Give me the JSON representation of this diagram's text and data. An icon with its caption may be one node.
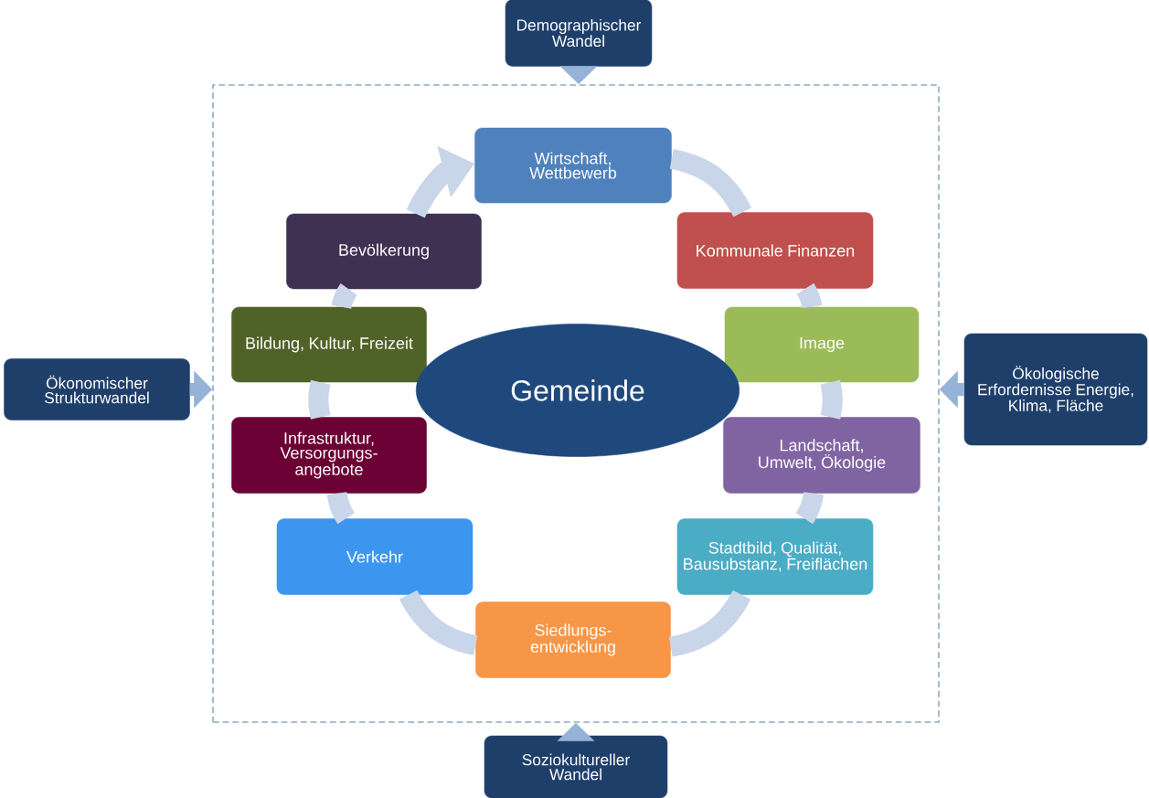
{
  "diagram": {
    "nodes": [
      {
        "text": [
          "Demographischer Wandel"
        ]
      },
      {
        "text": [],
        "shape": "box"
      },
      {
        "text": [
          "Wirtschaft, Wettbewerb"
        ],
        "in": 1
      },
      {
        "text": [
          "Kommunale Finanzen"
        ],
        "in": 1
      },
      {
        "text": [
          "Image"
        ],
        "in": 1
      },
      {
        "text": [
          "Landschaft, Umwelt, Ökologie"
        ],
        "in": 1
      },
      {
        "text": [
          "Stadtbild, Qualität, Bausubstanz, Freiflächen"
        ],
        "in": 1
      },
      {
        "text": [
          "Siedlungs-entwicklung"
        ],
        "in": 1
      },
      {
        "text": [
          "Verkehr"
        ],
        "in": 1
      },
      {
        "text": [
          "Infrastruktur, Versorgungs-angebote"
        ],
        "in": 1
      },
      {
        "text": [
          "Bildung, Kultur, Freizeit"
        ],
        "in": 1
      },
      {
        "text": [
          "Bevölkerung"
        ],
        "in": 1
      },
      {
        "text": [
          "Gemeinde"
        ],
        "in": 1
      },
      {
        "text": [
          "Ökonomischer Strukturwandel"
        ]
      },
      {
        "text": [
          "Ökologische Erfordernisse Energie, Klima, Fläche"
        ]
      },
      {
        "text": [
          "Soziokultureller Wandel"
        ]
      }
    ],
    "edges": [
      {
        "from": 2,
        "to": 3,
        "arrow": "none"
      },
      {
        "from": 3,
        "to": 4,
        "arrow": "none"
      },
      {
        "from": 4,
        "to": 5,
        "arrow": "none"
      },
      {
        "from": 5,
        "to": 6,
        "arrow": "none"
      },
      {
        "from": 6,
        "to": 7,
        "arrow": "none"
      },
      {
        "from": 7,
        "to": 8,
        "arrow": "none"
      },
      {
        "from": 8,
        "to": 9,
        "arrow": "none"
      },
      {
        "from": 9,
        "to": 10,
        "arrow": "none"
      },
      {
        "from": 10,
        "to": 11,
        "arrow": "none"
      },
      {
        "from": 11,
        "to": 2,
        "arrow": "to"
      },
      {
        "from": 0,
        "to": 1,
        "arrow": "to",
        "color": "#95b3d7"
      },
      {
        "from": 13,
        "to": 1,
        "arrow": "to",
        "color": "#95b3d7"
      },
      {
        "from": 14,
        "to": 1,
        "arrow": "to",
        "color": "#95b3d7"
      },
      {
        "from": 15,
        "to": 1,
        "arrow": "to",
        "color": "#95b3d7"
      }
    ]
  }
}
